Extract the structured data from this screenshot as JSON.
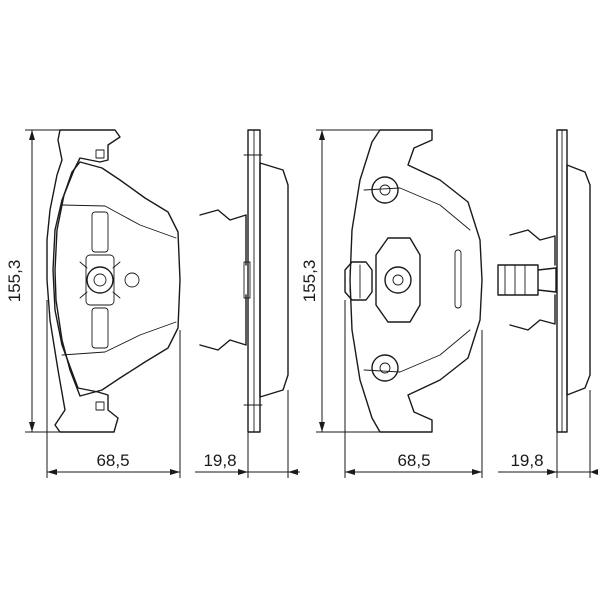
{
  "dimensions": {
    "pad1_height": "155,3",
    "pad1_width": "68,5",
    "pad1_thickness": "19,8",
    "pad2_height": "155,3",
    "pad2_width": "68,5",
    "pad2_thickness": "19,8"
  }
}
